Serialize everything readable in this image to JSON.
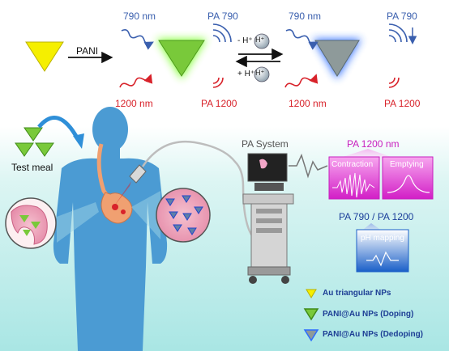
{
  "top": {
    "arrow_label": "PANI",
    "nir_790_left": "790 nm",
    "pa_790_left": "PA 790",
    "nir_1200_left": "1200 nm",
    "pa_1200_left": "PA 1200",
    "nir_790_right": "790 nm",
    "pa_790_right": "PA 790",
    "nir_1200_right": "1200 nm",
    "pa_1200_right": "PA 1200",
    "minus_h": "- H⁺",
    "plus_h": "+ H⁺",
    "h_ion": "H⁺"
  },
  "body_section": {
    "test_meal": "Test meal",
    "pa_system": "PA System"
  },
  "readouts": {
    "pa1200_title": "PA 1200 nm",
    "contraction": "Contraction",
    "emptying": "Emptying",
    "ratio_title": "PA 790 / PA 1200",
    "ph_mapping": "pH mapping"
  },
  "legend": {
    "items": [
      {
        "label": "Au triangular NPs",
        "color": "#f5ef00"
      },
      {
        "label": "PANI@Au NPs (Doping)",
        "color": "#6fcf2a"
      },
      {
        "label": "PANI@Au NPs (Dedoping)",
        "color": "#8a9a9a"
      }
    ]
  },
  "colors": {
    "au": "#f5ef00",
    "doping": "#6fcf2a",
    "dedoping": "#8a9a9a",
    "nir_790": "#3a5fae",
    "nir_1200": "#d8222a",
    "magenta": "#c81fbf",
    "navy": "#1b3e9a",
    "body": "#4b9bd3"
  }
}
